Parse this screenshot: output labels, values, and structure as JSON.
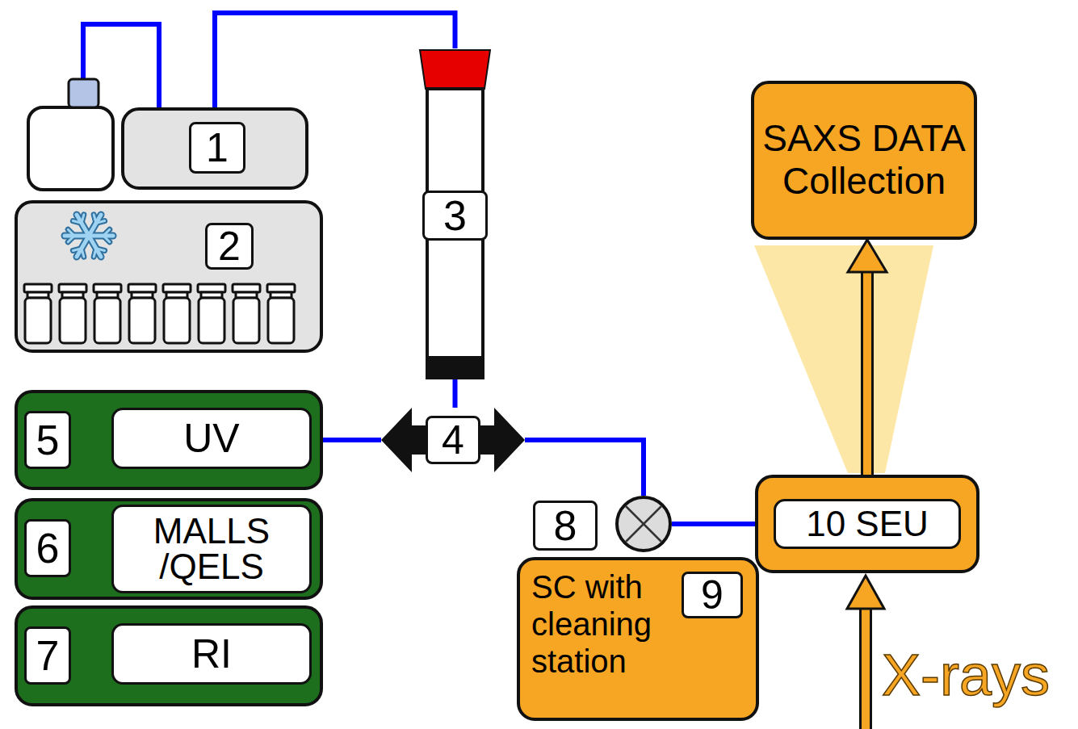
{
  "diagram": {
    "nodes": [
      {
        "text": [
          "1"
        ]
      },
      {
        "text": [
          "2"
        ]
      },
      {
        "text": [
          "3"
        ]
      },
      {
        "text": [
          "4"
        ]
      },
      {
        "text": [
          "5",
          "UV"
        ]
      },
      {
        "text": [
          "6",
          "MALLS /QELS"
        ]
      },
      {
        "text": [
          "7",
          "RI"
        ]
      },
      {
        "text": [
          "8"
        ]
      },
      {
        "text": [
          "SC with cleaning station",
          "9"
        ]
      },
      {
        "text": [
          "10 SEU"
        ]
      },
      {
        "text": [
          "SAXS DATA Collection"
        ]
      }
    ],
    "edges": [
      {
        "from": 0,
        "to": 2,
        "arrow": "none"
      },
      {
        "from": 2,
        "to": 3,
        "arrow": "none"
      },
      {
        "from": 3,
        "to": 4,
        "arrow": "none"
      },
      {
        "from": 3,
        "to": 7,
        "arrow": "none"
      },
      {
        "from": 7,
        "to": 9,
        "arrow": "none"
      },
      {
        "from": 9,
        "to": 10,
        "arrow": "to"
      }
    ],
    "labels": [
      "X-rays"
    ]
  }
}
